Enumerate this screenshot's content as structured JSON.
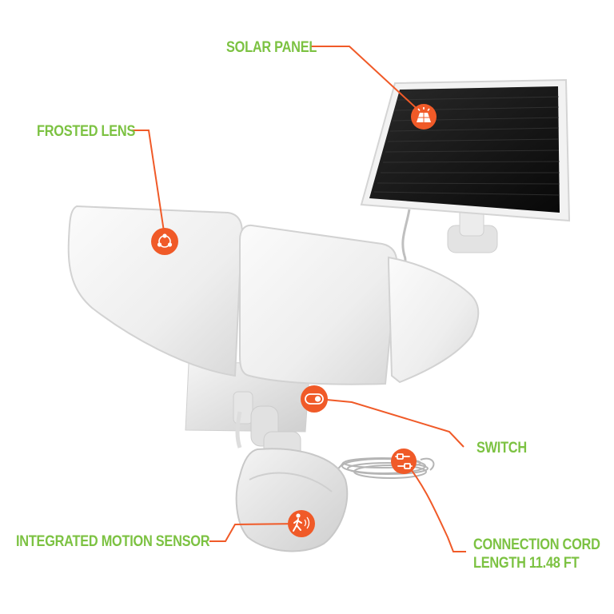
{
  "accent_color": "#f05a28",
  "label_color": "#7cc242",
  "callouts": {
    "solar_panel": "SOLAR PANEL",
    "frosted_lens": "FROSTED LENS",
    "switch": "SWITCH",
    "motion_sensor": "INTEGRATED MOTION SENSOR",
    "cord_line1": "CONNECTION CORD",
    "cord_line2": "LENGTH 11.48 FT"
  },
  "icons": [
    "solar-panel-icon",
    "lens-nodes-icon",
    "toggle-switch-icon",
    "motion-person-icon",
    "plug-cord-icon"
  ]
}
